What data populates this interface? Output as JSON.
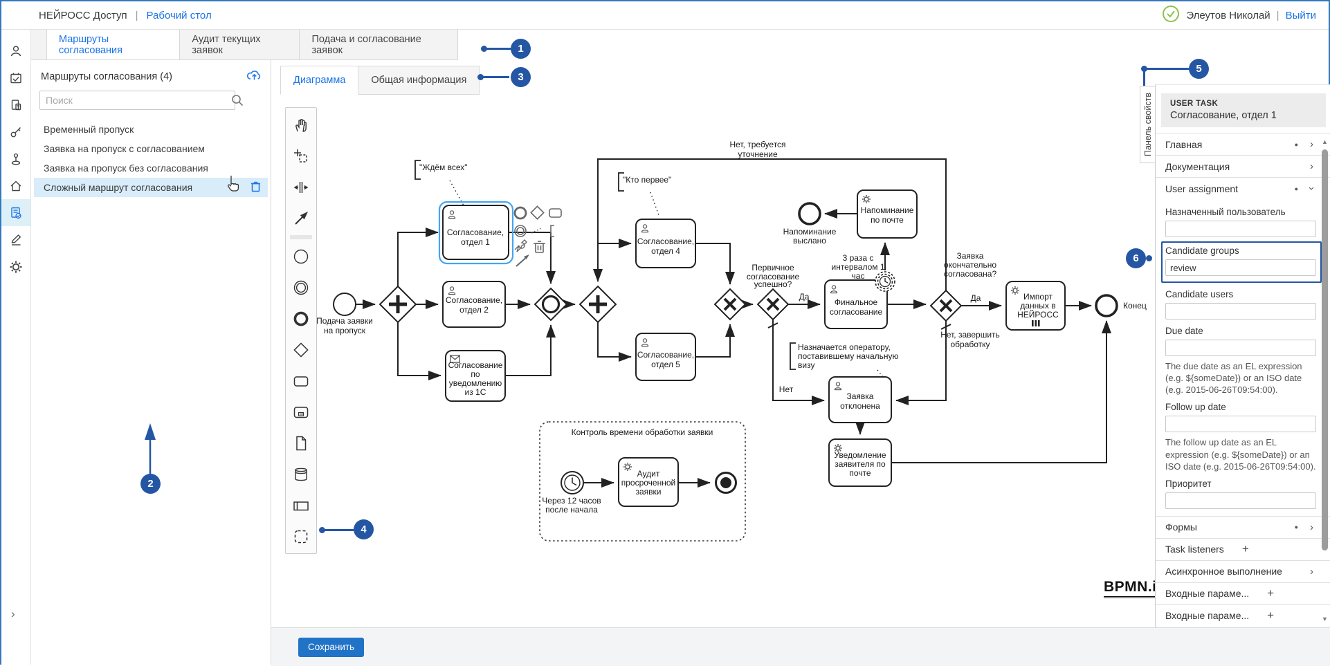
{
  "topbar": {
    "app_title": "НЕЙРОСС Доступ",
    "separator": "|",
    "workspace_link": "Рабочий стол",
    "user_name": "Элеутов Николай",
    "logout_link": "Выйти"
  },
  "nav_tabs": {
    "routes": "Маршруты согласования",
    "audit": "Аудит текущих заявок",
    "submit": "Подача и согласование заявок"
  },
  "left_panel": {
    "title": "Маршруты согласования (4)",
    "search_placeholder": "Поиск",
    "routes": [
      "Временный пропуск",
      "Заявка на пропуск с согласованием",
      "Заявка на пропуск без согласования",
      "Сложный маршрут согласования"
    ]
  },
  "main_tabs": {
    "diagram": "Диаграмма",
    "info": "Общая информация"
  },
  "callouts": {
    "c1": "1",
    "c2": "2",
    "c3": "3",
    "c4": "4",
    "c5": "5",
    "c6": "6"
  },
  "icons": {
    "rail": [
      "user-icon",
      "calendar-icon",
      "pass-icon",
      "key-icon",
      "person-point-icon",
      "home-icon",
      "routes-doc-icon",
      "edit-icon",
      "settings-icon"
    ],
    "palette": [
      "hand-tool",
      "lasso-tool",
      "space-tool",
      "global-connect-tool",
      "create-start-event",
      "create-intermediate-event",
      "create-end-event",
      "create-gateway",
      "create-task",
      "create-subprocess",
      "create-data-object",
      "create-data-store",
      "create-participant",
      "create-group"
    ]
  },
  "diagram": {
    "logo": "BPMN.iO",
    "start_l1": "Подача заявки",
    "start_l2": "на пропуск",
    "ann_wait": "\"Ждём всех\"",
    "ann_first": "\"Кто первее\"",
    "task1_l1": "Согласование,",
    "task1_l2": "отдел 1",
    "task2_l1": "Согласование,",
    "task2_l2": "отдел 2",
    "task3_l1": "Согласование",
    "task3_l2": "по",
    "task3_l3": "уведомлению",
    "task3_l4": "из 1С",
    "task4_l1": "Согласование,",
    "task4_l2": "отдел 4",
    "task5_l1": "Согласование,",
    "task5_l2": "отдел 5",
    "fb_l1": "Нет, требуется",
    "fb_l2": "уточнение",
    "q1_l1": "Первичное",
    "q1_l2": "согласование",
    "q1_l3": "успешно?",
    "yes1": "Да",
    "no1": "Нет",
    "yes2": "Да",
    "no2_l1": "Нет, завершить",
    "no2_l2": "обработку",
    "final_l1": "Финальное",
    "final_l2": "согласование",
    "timer_l1": "3 раза с",
    "timer_l2": "интервалом 1",
    "timer_l3": "час",
    "remind_l1": "Напоминание",
    "remind_l2": "по почте",
    "rend_l1": "Напоминание",
    "rend_l2": "выслано",
    "ann_op_l1": "Назначается оператору,",
    "ann_op_l2": "поставившему начальную",
    "ann_op_l3": "визу",
    "rej_l1": "Заявка",
    "rej_l2": "отклонена",
    "not_l1": "Уведомление",
    "not_l2": "заявителя по",
    "not_l3": "почте",
    "q2_l1": "Заявка",
    "q2_l2": "окончательно",
    "q2_l3": "согласована?",
    "imp_l1": "Импорт",
    "imp_l2": "данных в",
    "imp_l3": "НЕЙРОСС",
    "end_label": "Конец",
    "grp_title": "Контроль времени обработки заявки",
    "ts_l1": "Через 12 часов",
    "ts_l2": "после начала",
    "audit_l1": "Аудит",
    "audit_l2": "просроченной",
    "audit_l3": "заявки"
  },
  "properties": {
    "panel_tab": "Панель свойств",
    "element_type": "USER TASK",
    "element_name": "Согласование, отдел 1",
    "sections": {
      "main": "Главная",
      "docs": "Документация",
      "user_assignment": "User assignment",
      "forms": "Формы",
      "task_listeners": "Task listeners",
      "async": "Асинхронное выполнение",
      "inputs1": "Входные параме...",
      "inputs2": "Входные параме..."
    },
    "fields": {
      "assignee_label": "Назначенный пользователь",
      "candidate_groups_label": "Candidate groups",
      "candidate_groups_value": "review",
      "candidate_users_label": "Candidate users",
      "due_date_label": "Due date",
      "due_date_help": "The due date as an EL expression (e.g. ${someDate}) or an ISO date (e.g. 2015-06-26T09:54:00).",
      "follow_up_label": "Follow up date",
      "follow_up_help": "The follow up date as an EL expression (e.g. ${someDate}) or an ISO date (e.g. 2015-06-26T09:54:00).",
      "priority_label": "Приоритет"
    }
  },
  "footer": {
    "save": "Сохранить"
  },
  "colors": {
    "accent_blue": "#1a73e8",
    "callout_blue": "#2456a4",
    "selection_blue": "#42a5f5",
    "success_green": "#8bc34a"
  }
}
